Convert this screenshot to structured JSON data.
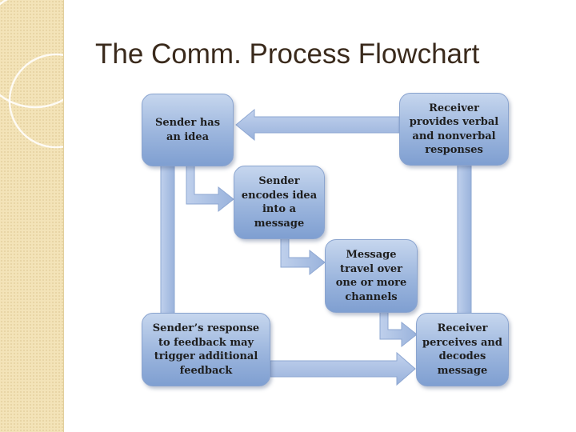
{
  "title": "The Comm. Process Flowchart",
  "colors": {
    "box_fill": "#9bb5dd",
    "arrow_fill": "#a9c0e3",
    "arrow_stroke": "#8ea7d2",
    "sidebar": "#f3e3b8",
    "title_text": "#3a2a1c"
  },
  "nodes": {
    "sender_idea": "Sender has an idea",
    "sender_encodes": "Sender encodes idea into a message",
    "message_travels": "Message travel over one or more channels",
    "receiver_decodes": "Receiver perceives and decodes message",
    "receiver_responds": "Receiver provides verbal and nonverbal responses",
    "sender_response": "Sender’s response to feedback may trigger additional feedback"
  }
}
